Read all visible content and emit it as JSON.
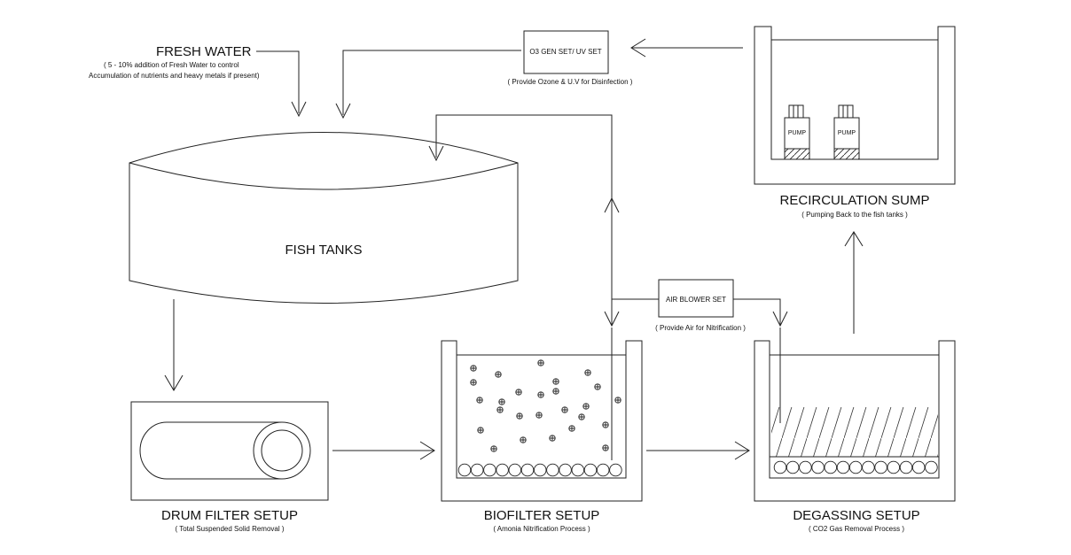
{
  "fresh_water": {
    "title": "FRESH WATER",
    "note_line1": "( 5 - 10% addition of Fresh Water to control",
    "note_line2": "Accumulation of nutrients and heavy metals if present)"
  },
  "o3_gen": {
    "label": "O3 GEN SET/ UV SET",
    "note": "( Provide Ozone & U.V for Disinfection )"
  },
  "fish_tanks": {
    "label": "FISH TANKS"
  },
  "recirculation_sump": {
    "title": "RECIRCULATION SUMP",
    "note": "( Pumping Back to the fish tanks )",
    "pump_left": "PUMP",
    "pump_right": "PUMP"
  },
  "air_blower": {
    "label": "AIR BLOWER SET",
    "note": "( Provide Air for Nitrification )"
  },
  "drum_filter": {
    "title": "DRUM FILTER SETUP",
    "note": "( Total Suspended Solid Removal )"
  },
  "biofilter": {
    "title": "BIOFILTER SETUP",
    "note": "( Amonia Nitrification Process )"
  },
  "degassing": {
    "title": "DEGASSING SETUP",
    "note": "( CO2 Gas Removal Process )"
  }
}
